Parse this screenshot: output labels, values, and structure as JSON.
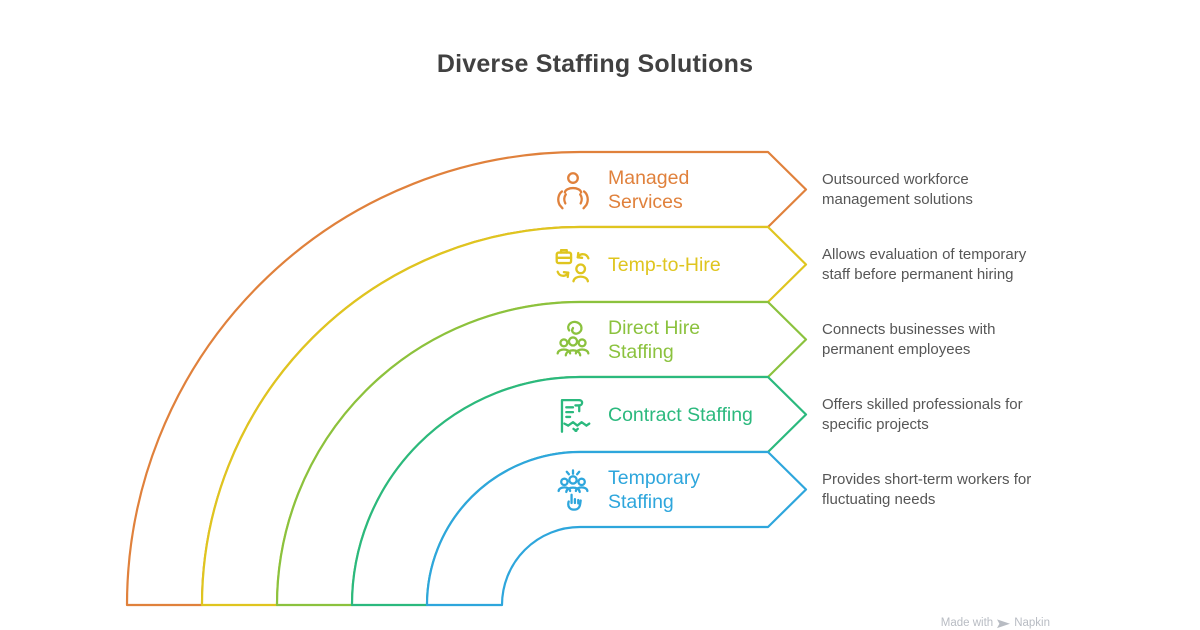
{
  "title": "Diverse Staffing Solutions",
  "colors": {
    "background": "#ffffff",
    "title_text": "#414141",
    "description_text": "#565656",
    "watermark_text": "#b8bcc3"
  },
  "rows": [
    {
      "label": "Managed Services",
      "label_lines": [
        "Managed",
        "Services"
      ],
      "description": "Outsourced workforce management solutions",
      "desc_lines": [
        "Outsourced workforce",
        "management solutions"
      ],
      "color": "#E0813C",
      "icon": "managed-services-icon"
    },
    {
      "label": "Temp-to-Hire",
      "label_lines": [
        "Temp-to-Hire"
      ],
      "description": "Allows evaluation of temporary staff before permanent hiring",
      "desc_lines": [
        "Allows evaluation of temporary",
        "staff before permanent hiring"
      ],
      "color": "#DFC51F",
      "icon": "temp-to-hire-icon"
    },
    {
      "label": "Direct Hire Staffing",
      "label_lines": [
        "Direct Hire",
        "Staffing"
      ],
      "description": "Connects businesses with permanent employees",
      "desc_lines": [
        "Connects businesses with",
        "permanent employees"
      ],
      "color": "#8BC23E",
      "icon": "direct-hire-staffing-icon"
    },
    {
      "label": "Contract Staffing",
      "label_lines": [
        "Contract Staffing"
      ],
      "description": "Offers skilled professionals for specific projects",
      "desc_lines": [
        "Offers skilled professionals for",
        "specific projects"
      ],
      "color": "#2BB97E",
      "icon": "contract-staffing-icon"
    },
    {
      "label": "Temporary Staffing",
      "label_lines": [
        "Temporary",
        "Staffing"
      ],
      "description": "Provides short-term workers for fluctuating needs",
      "desc_lines": [
        "Provides short-term workers for",
        "fluctuating needs"
      ],
      "color": "#2EA6DC",
      "icon": "temporary-staffing-icon"
    }
  ],
  "watermark": {
    "prefix": "Made with",
    "brand": "Napkin"
  }
}
